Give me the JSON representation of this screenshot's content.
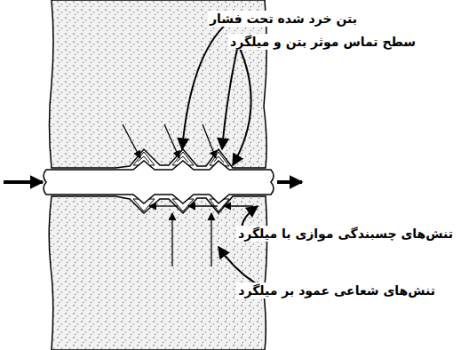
{
  "diagram": {
    "labels": [
      "بتن خرد شده تحت فشار",
      "سطح تماس موثر بتن و میلگرد",
      "تنش‌های چسبندگی موازی با میلگرد",
      "تنش‌های شعاعی عمود بر میلگرد"
    ]
  }
}
